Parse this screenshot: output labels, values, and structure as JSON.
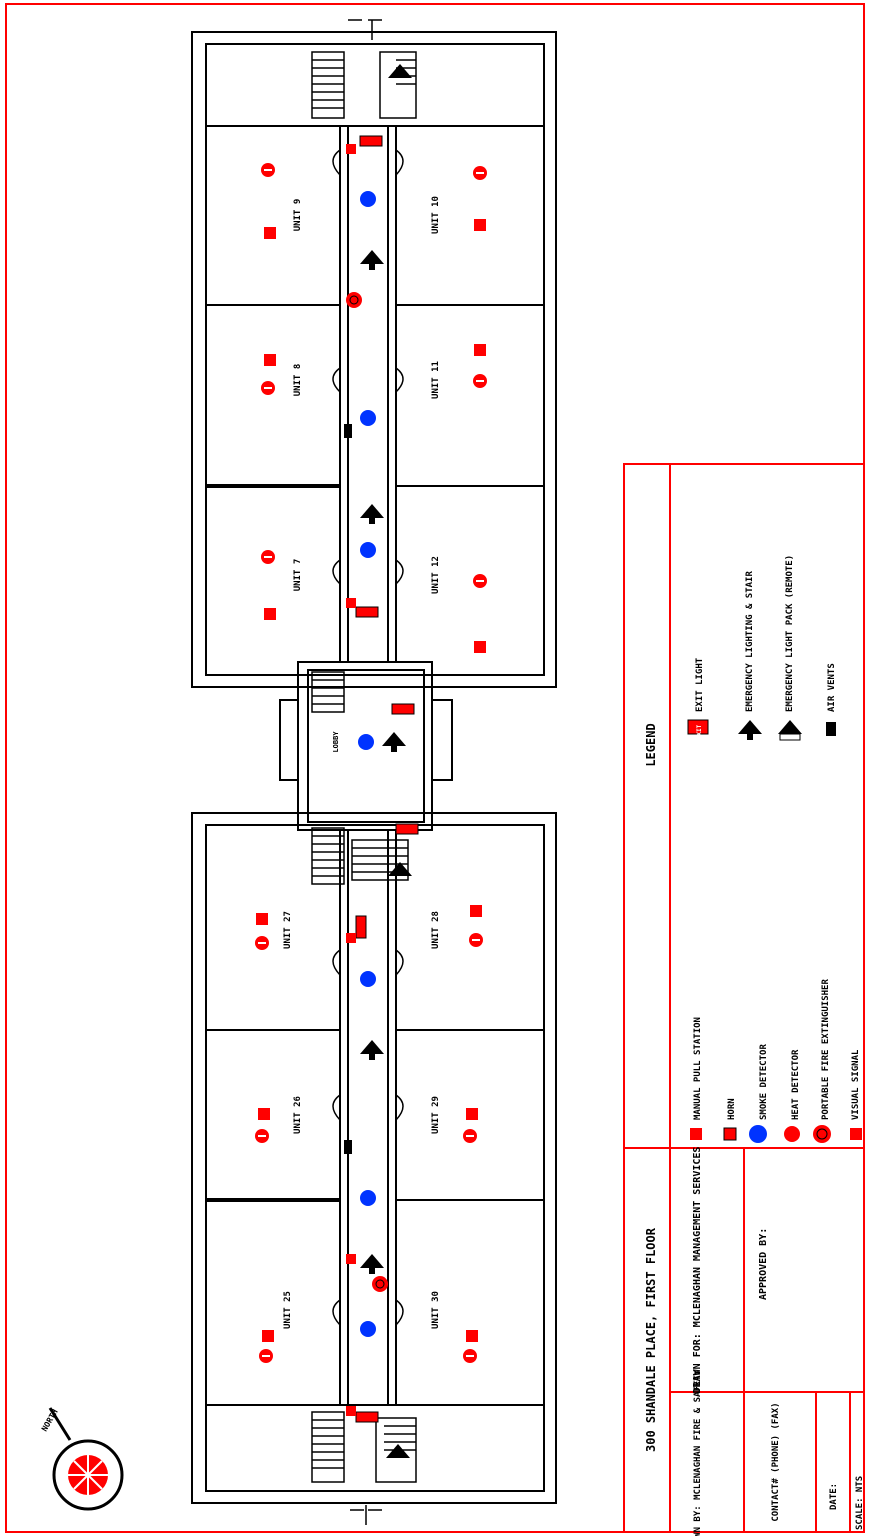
{
  "sheet": {
    "title": "300 SHANDALE PLACE, FIRST FLOOR",
    "drawn_by": "DRAWN BY: MCLENAGHAN FIRE & SAFETY",
    "drawn_for": "DRAWN FOR: MCLENAGHAN MANAGEMENT SERVICES",
    "contact": "CONTACT# (PHONE) (FAX)",
    "approved_by": "APPROVED BY:",
    "date": "DATE:",
    "scale": "SCALE: NTS",
    "north": "NORTH"
  },
  "legend": {
    "title": "LEGEND",
    "items": {
      "pull_station": "MANUAL PULL STATION",
      "horn": "HORN",
      "smoke": "SMOKE DETECTOR",
      "heat": "HEAT DETECTOR",
      "extinguisher": "PORTABLE FIRE EXTINGUISHER",
      "visual": "VISUAL SIGNAL",
      "exit": "EXIT LIGHT",
      "emergency": "EMERGENCY LIGHTING & STAIR",
      "emergency_pack": "EMERGENCY LIGHT PACK (REMOTE)",
      "air_vents": "AIR VENTS"
    },
    "exit_text": "EXIT"
  },
  "units": {
    "u9": "UNIT 9",
    "u10": "UNIT 10",
    "u8": "UNIT 8",
    "u11": "UNIT 11",
    "u7": "UNIT 7",
    "u12": "UNIT 12",
    "u27": "UNIT 27",
    "u28": "UNIT 28",
    "u26": "UNIT 26",
    "u29": "UNIT 29",
    "u25": "UNIT 25",
    "u30": "UNIT 30"
  },
  "lobby": "LOBBY",
  "colors": {
    "border": "#ff0000",
    "symbol_red": "#ff0000",
    "smoke_blue": "#0033ff",
    "line": "#000000"
  }
}
